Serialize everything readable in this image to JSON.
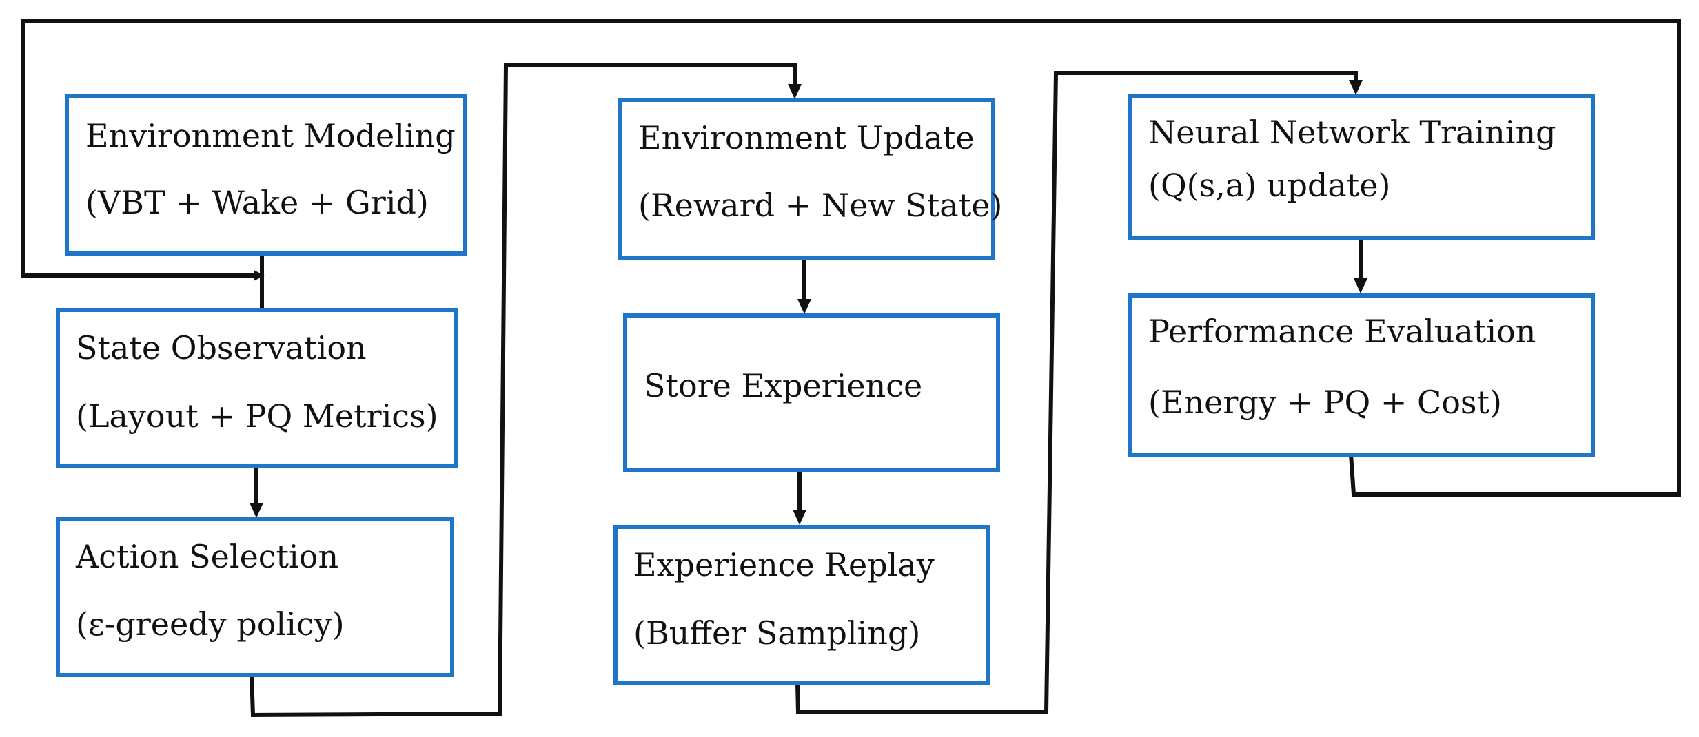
{
  "colors": {
    "box_border": "#1f76c8",
    "connector": "#111111",
    "text": "#111111",
    "background": "#ffffff"
  },
  "boxes": {
    "environment_modeling": {
      "title": "Environment Modeling",
      "detail": "(VBT + Wake + Grid)"
    },
    "state_observation": {
      "title": "State Observation",
      "detail": "(Layout + PQ Metrics)"
    },
    "action_selection": {
      "title": "Action Selection",
      "detail": "(ε-greedy policy)"
    },
    "environment_update": {
      "title": "Environment Update",
      "detail": "(Reward + New State)"
    },
    "store_experience": {
      "title": "Store Experience"
    },
    "experience_replay": {
      "title": "Experience Replay",
      "detail": "(Buffer Sampling)"
    },
    "neural_network_training": {
      "title": "Neural Network Training",
      "detail": "(Q(s,a) update)"
    },
    "performance_evaluation": {
      "title": "Performance Evaluation",
      "detail": "(Energy + PQ + Cost)"
    }
  }
}
